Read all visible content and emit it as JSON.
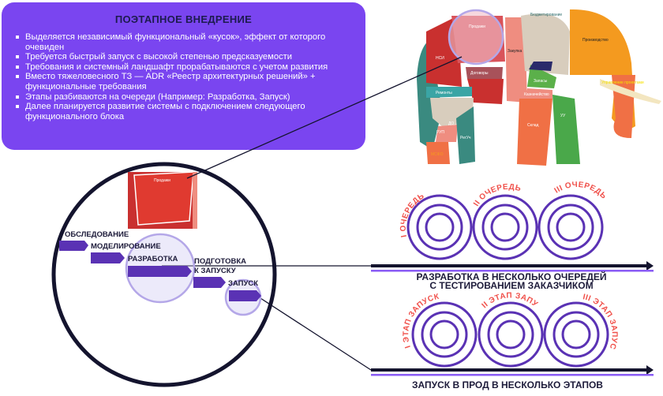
{
  "panel": {
    "title": "ПОЭТАПНОЕ ВНЕДРЕНИЕ",
    "bullets": [
      "Выделяется независимый функциональный «кусок», эффект от которого очевиден",
      "Требуется быстрый запуск с высокой степенью предсказуемости",
      "Требования и системный ландшафт прорабатываются с учетом развития",
      "Вместо тяжеловесного ТЗ — ADR «Реестр архитектурных решений» + функциональные требования",
      "Этапы разбиваются на очереди (Например: Разработка, Запуск)",
      "Далее планируется развитие системы с подключением следующего функционального блока"
    ]
  },
  "elephant": {
    "labels": [
      "Продажи",
      "НСИ",
      "Закупка",
      "Договоры",
      "Ремонты",
      "Бюджетирование",
      "Производство",
      "Запасы",
      "Казначейство",
      "Склад",
      "УУ",
      "РегУч",
      "МСФО",
      "ДО",
      "РУП",
      "Управление проектами"
    ]
  },
  "crop": {
    "label": "Продажи"
  },
  "stages": [
    "ОБСЛЕДОВАНИЕ",
    "МОДЕЛИРОВАНИЕ",
    "РАЗРАБОТКА",
    "ПОДГОТОВКА",
    "К ЗАПУСКУ",
    "ЗАПУСК"
  ],
  "row1": {
    "labels": [
      "I ОЧЕРЕДЬ",
      "II ОЧЕРЕДЬ",
      "III ОЧЕРЕДЬ"
    ],
    "caption": [
      "РАЗРАБОТКА В НЕСКОЛЬКО ОЧЕРЕДЕЙ",
      "С ТЕСТИРОВАНИЕМ ЗАКАЗЧИКОМ"
    ]
  },
  "row2": {
    "labels": [
      "I ЭТАП ЗАПУСКА",
      "II ЭТАП ЗАПУСКА",
      "III ЭТАП ЗАПУСКА"
    ],
    "caption": "ЗАПУСК В ПРОД В НЕСКОЛЬКО ЭТАПОВ"
  },
  "colors": {
    "purple": "#7a45f0",
    "navy": "#14142e",
    "ring": "#5a32b4",
    "accent": "#f0504a"
  }
}
